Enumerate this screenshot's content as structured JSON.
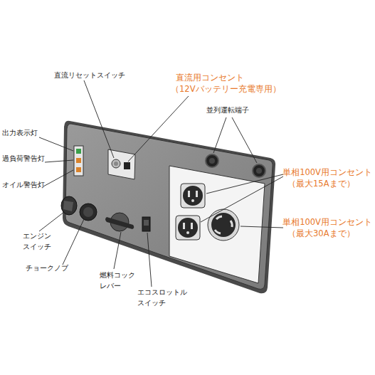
{
  "diagram": {
    "labels": [
      "直流リセットスイッチ",
      "直流用コンセント",
      "（12Vバッテリー充電専用）",
      "並列運転端子",
      "出力表示灯",
      "過負荷警告灯",
      "オイル警告灯",
      "単相100V用コンセント",
      "（最大15Aまで）",
      "単相100V用コンセント",
      "（最大30Aまで）",
      "エンジン スイッチ",
      "チョークノブ",
      "燃料コック レバー",
      "エコスロットル スイッチ"
    ]
  }
}
